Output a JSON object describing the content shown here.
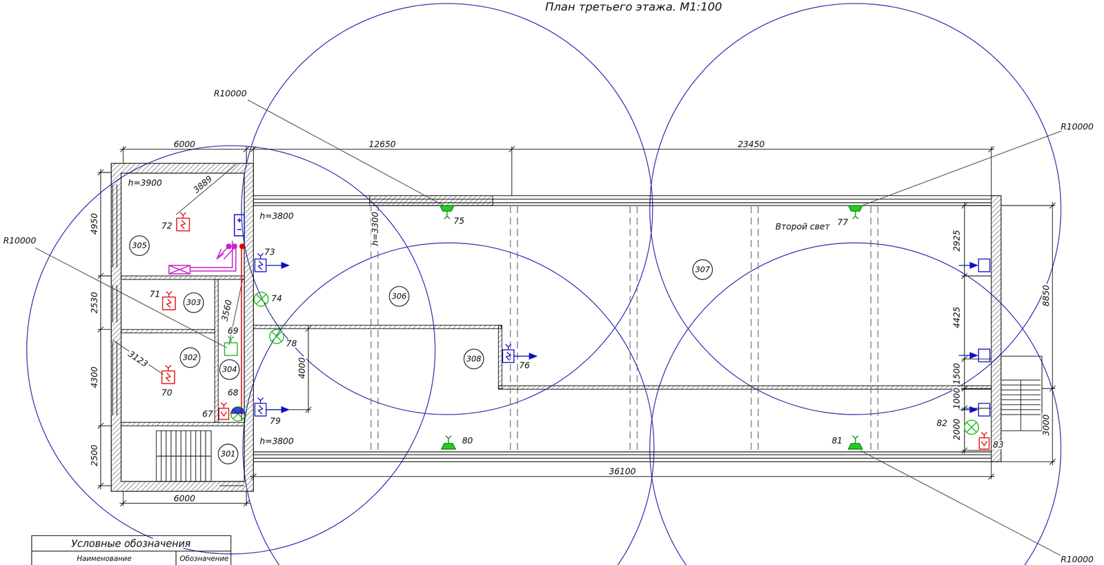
{
  "diagram": {
    "title": "План третьего этажа. М1:100",
    "nodes": [
      {
        "text": [
          "305"
        ]
      },
      {
        "text": [
          "307"
        ]
      },
      {
        "text": [
          "306"
        ]
      },
      {
        "text": [
          "303"
        ]
      },
      {
        "text": [
          "302"
        ]
      },
      {
        "text": [
          "308"
        ]
      },
      {
        "text": [
          "304"
        ]
      },
      {
        "text": [
          "301"
        ]
      }
    ],
    "labels": [
      "6000",
      "12650",
      "23450",
      "4950",
      "2530",
      "4300",
      "2500",
      "6000",
      "36100",
      "2925",
      "4425",
      "1500",
      "1000",
      "2000",
      "8850",
      "3000",
      "4000",
      "3889",
      "3560",
      "3123",
      "h=3900",
      "h=3800",
      "h=3300",
      "h=3800",
      "Второй свет",
      "R10000",
      "R10000",
      "R10000",
      "R10000",
      "67",
      "68",
      "69",
      "70",
      "71",
      "72",
      "73",
      "74",
      "75",
      "76",
      "77",
      "78",
      "79",
      "80",
      "81",
      "82",
      "83",
      "Условные обозначения",
      "Наименование",
      "Обозначение"
    ]
  }
}
